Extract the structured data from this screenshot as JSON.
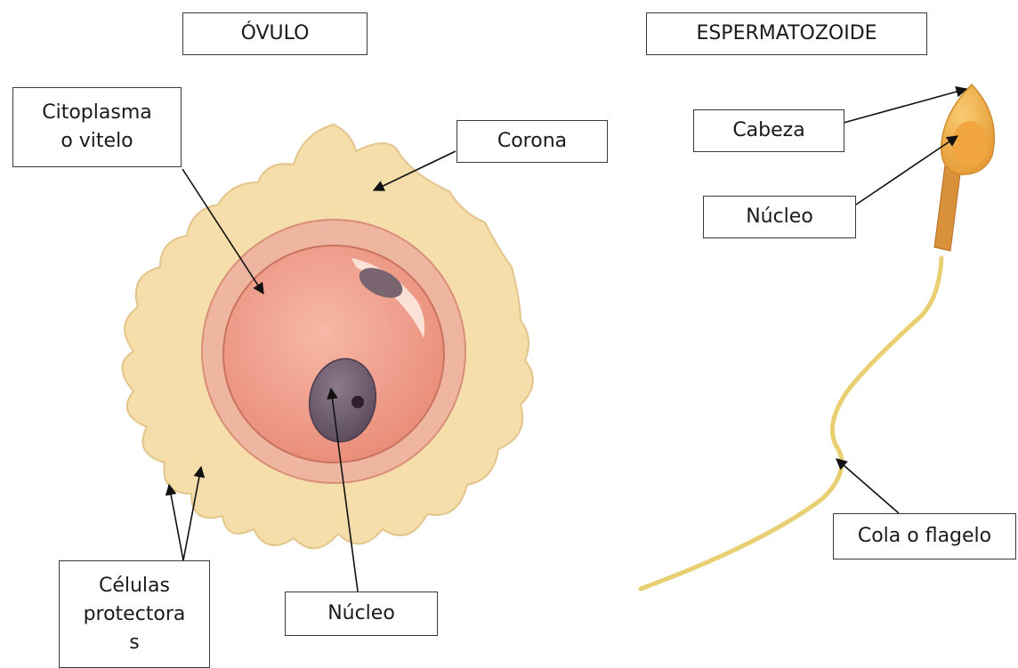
{
  "ovulo": {
    "title": "ÓVULO",
    "labels": {
      "citoplasma_line1": "Citoplasma",
      "citoplasma_line2": "o vitelo",
      "corona": "Corona",
      "celulas_line1": "Células",
      "celulas_line2": "protectora",
      "celulas_line3": "s",
      "nucleo": "Núcleo"
    }
  },
  "espermatozoide": {
    "title": "ESPERMATOZOIDE",
    "labels": {
      "cabeza": "Cabeza",
      "nucleo": "Núcleo",
      "cola": "Cola o flagelo"
    }
  },
  "colors": {
    "corona": "#f6deaa",
    "zona": "#eeb6a0",
    "cytoplasm": "#f0a08e",
    "nucleus": "#6e5c70",
    "sperm_head": "#f3b24e",
    "tail": "#e8cf72"
  }
}
